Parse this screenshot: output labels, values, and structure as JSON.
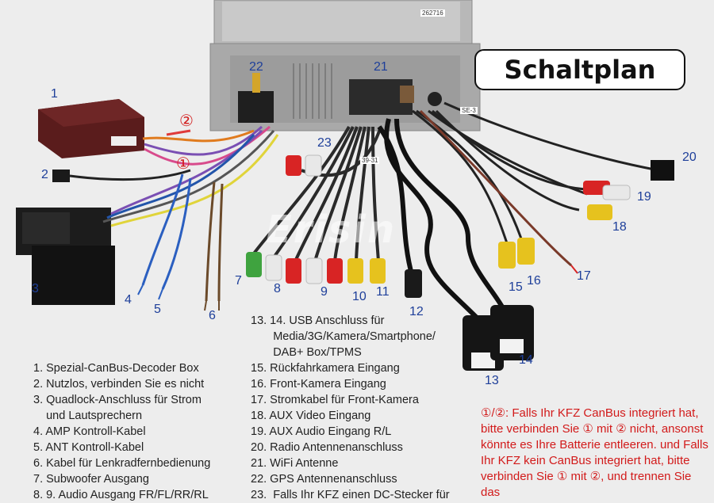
{
  "title": "Schaltplan",
  "watermark": "Erisin",
  "serial": "262716",
  "cable_tags": {
    "tag_a": "39-31",
    "tag_b": "SE-3"
  },
  "numbers": {
    "n1": "1",
    "n2": "2",
    "n3": "3",
    "n4": "4",
    "n5": "5",
    "n6": "6",
    "n7": "7",
    "n8": "8",
    "n9": "9",
    "n10": "10",
    "n11": "11",
    "n12": "12",
    "n13": "13",
    "n14": "14",
    "n15": "15",
    "n16": "16",
    "n17": "17",
    "n18": "18",
    "n19": "19",
    "n20": "20",
    "n21": "21",
    "n22": "22",
    "n23": "23",
    "circ1": "①",
    "circ2": "②"
  },
  "legend_left": [
    "1. Spezial-CanBus-Decoder Box",
    "2. Nutzlos, verbinden Sie es nicht",
    "3. Quadlock-Anschluss für Strom",
    "    und Lautsprechern",
    "4. AMP Kontroll-Kabel",
    "5. ANT Kontroll-Kabel",
    "6. Kabel für Lenkradfernbedienung",
    "7. Subwoofer Ausgang",
    "8. 9. Audio Ausgang FR/FL/RR/RL"
  ],
  "legend_right": [
    "13. 14. USB Anschluss für",
    "       Media/3G/Kamera/Smartphone/",
    "       DAB+ Box/TPMS",
    "15. Rückfahrkamera Eingang",
    "16. Front-Kamera Eingang",
    "17. Stromkabel für Front-Kamera",
    "18. AUX Video Eingang",
    "19. AUX Audio Eingang R/L",
    "20. Radio Antennenanschluss",
    "21. WiFi Antenne",
    "22. GPS Antennenanschluss",
    "23.  Falls Ihr KFZ einen DC-Stecker für"
  ],
  "note": "①/②: Falls Ihr KFZ CanBus integriert hat, bitte verbinden Sie ① mit ② nicht, ansonst könnte es Ihre Batterie entleeren. und Falls Ihr KFZ kein CanBus integriert hat, bitte verbinden Sie ① mit ②, und trennen Sie das"
}
